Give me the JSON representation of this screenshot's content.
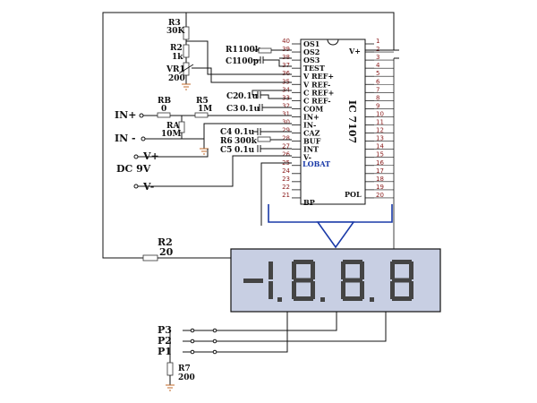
{
  "ic": {
    "name": "IC 7107",
    "left_pins": [
      {
        "num": "40",
        "label": "OS1"
      },
      {
        "num": "39",
        "label": "OS2"
      },
      {
        "num": "38",
        "label": "OS3"
      },
      {
        "num": "37",
        "label": "TEST"
      },
      {
        "num": "36",
        "label": "V REF+"
      },
      {
        "num": "35",
        "label": "V REF-"
      },
      {
        "num": "34",
        "label": "C REF+"
      },
      {
        "num": "33",
        "label": "C REF-"
      },
      {
        "num": "32",
        "label": "COM"
      },
      {
        "num": "31",
        "label": "IN+"
      },
      {
        "num": "30",
        "label": "IN-"
      },
      {
        "num": "29",
        "label": "CAZ"
      },
      {
        "num": "28",
        "label": "BUF"
      },
      {
        "num": "27",
        "label": "INT"
      },
      {
        "num": "26",
        "label": "V-"
      },
      {
        "num": "25",
        "label": ""
      },
      {
        "num": "24",
        "label": ""
      },
      {
        "num": "23",
        "label": ""
      },
      {
        "num": "22",
        "label": ""
      },
      {
        "num": "21",
        "label": "BP"
      }
    ],
    "right_pins": [
      "1",
      "2",
      "3",
      "4",
      "5",
      "6",
      "7",
      "8",
      "9",
      "10",
      "11",
      "12",
      "13",
      "14",
      "15",
      "16",
      "17",
      "18",
      "19",
      "20"
    ],
    "vplus_label": "V+",
    "pol_label": "POL",
    "lobat_label": "LOBAT"
  },
  "components": {
    "r3": {
      "name": "R3",
      "value": "30K"
    },
    "r2_top": {
      "name": "R2",
      "value": "1k"
    },
    "vr1": {
      "name": "VR1",
      "value": "200"
    },
    "r1": {
      "name": "R1",
      "value": "100k"
    },
    "c1": {
      "name": "C1",
      "value": "100p"
    },
    "c2": {
      "name": "C2",
      "value": "0.1u"
    },
    "c3": {
      "name": "C3",
      "value": "0.1u"
    },
    "rb": {
      "name": "RB",
      "value": "0"
    },
    "r5": {
      "name": "R5",
      "value": "1M"
    },
    "ra": {
      "name": "RA",
      "value": "10M"
    },
    "c4": {
      "name": "C4",
      "value": "0.1u"
    },
    "r6": {
      "name": "R6",
      "value": "300k"
    },
    "c5": {
      "name": "C5",
      "value": "0.1u"
    },
    "r2_bottom": {
      "name": "R2",
      "value": "20"
    },
    "r7": {
      "name": "R7",
      "value": "200"
    }
  },
  "terminals": {
    "in_plus": "IN+",
    "in_minus": "IN -",
    "v_plus": "V+",
    "dc": "DC  9V",
    "v_minus": "V-",
    "p3": "P3",
    "p2": "P2",
    "p1": "P1"
  },
  "display": {
    "digits": [
      "-1",
      "8",
      "8",
      "8"
    ],
    "bg_color": "#c8cfe3",
    "segment_color": "#444444"
  },
  "colors": {
    "arrow": "#1a3aa8",
    "ground": "#c06a2a"
  }
}
